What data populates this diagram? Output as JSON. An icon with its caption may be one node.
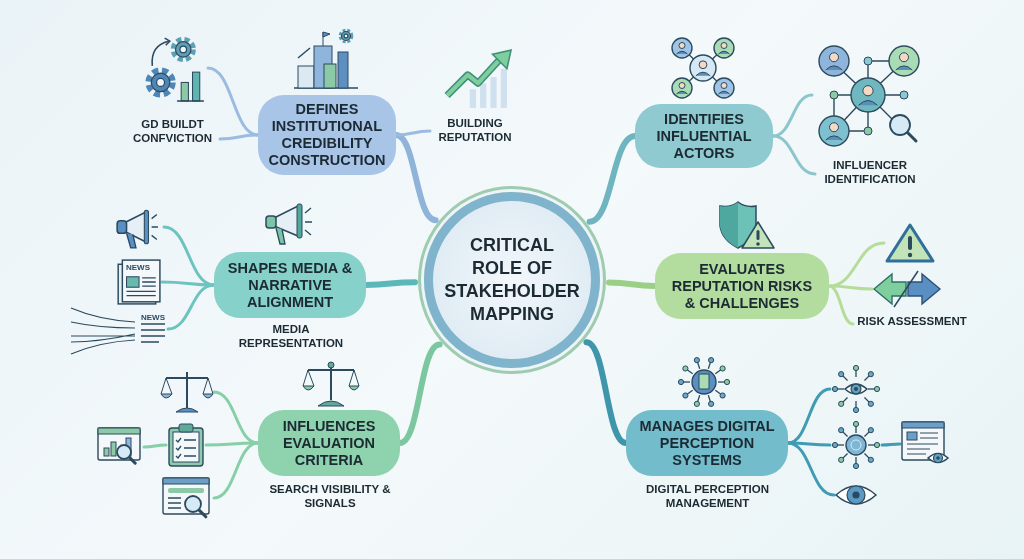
{
  "diagram": {
    "nodes": [
      {
        "text": [
          "CRITICAL ROLE OF STAKEHOLDER MAPPING"
        ]
      },
      {
        "text": [
          "DEFINES INSTITUTIONAL CREDIBILITY CONSTRUCTION"
        ]
      },
      {
        "text": [],
        "shape": "picture"
      },
      {
        "text": [
          "GD BUILDT CONFVICTION"
        ]
      },
      {
        "text": [
          "BUILDING REPUTATION"
        ]
      },
      {
        "text": [
          "IDENTIFIES INFLUENTIAL ACTORS"
        ]
      },
      {
        "text": [],
        "shape": "picture"
      },
      {
        "text": [
          "INFLUENCER IDENTIFICATION"
        ]
      },
      {
        "text": [
          "SHAPES MEDIA & NARRATIVE ALIGNMENT"
        ],
        "beside": [
          "MEDIA REPRESENTATION"
        ]
      },
      {
        "text": [],
        "shape": "picture"
      },
      {
        "text": [
          "NEWS"
        ]
      },
      {
        "text": [
          "NEWS"
        ]
      },
      {
        "text": [
          "EVALUATES REPUTATION RISKS & CHALLENGES"
        ]
      },
      {
        "text": [],
        "shape": "picture"
      },
      {
        "text": [],
        "shape": "picture"
      },
      {
        "text": [
          "RISK ASSESSMENT"
        ]
      },
      {
        "text": [
          "INFLUENCES EVALUATION CRITERIA"
        ],
        "beside": [
          "SEARCH VISIBILITY & SIGNALS"
        ]
      },
      {
        "text": [],
        "shape": "picture"
      },
      {
        "text": [],
        "shape": "picture"
      },
      {
        "text": [],
        "shape": "picture"
      },
      {
        "text": [],
        "shape": "picture"
      },
      {
        "text": [
          "MANAGES DIGITAL PERCEPTION SYSTEMS"
        ],
        "beside": [
          "DIGITAL PERCEPTION MANAGEMENT"
        ]
      },
      {
        "text": [],
        "shape": "picture"
      },
      {
        "text": [],
        "shape": "picture"
      },
      {
        "text": [],
        "shape": "picture"
      },
      {
        "text": [],
        "shape": "picture"
      }
    ],
    "edges": [
      {
        "from": 0,
        "to": 1,
        "arrow": "none",
        "style": "thick",
        "color": "#8fb3d9"
      },
      {
        "from": 1,
        "to": 2,
        "arrow": "none",
        "color": "#9bbbe0"
      },
      {
        "from": 1,
        "to": 3,
        "arrow": "none",
        "color": "#9bbbe0"
      },
      {
        "from": 1,
        "to": 4,
        "arrow": "none",
        "color": "#9bbbe0"
      },
      {
        "from": 0,
        "to": 5,
        "arrow": "none",
        "style": "thick",
        "color": "#6fb5c0"
      },
      {
        "from": 5,
        "to": 6,
        "arrow": "none",
        "color": "#8cc6cc"
      },
      {
        "from": 5,
        "to": 7,
        "arrow": "none",
        "color": "#8cc6cc"
      },
      {
        "from": 0,
        "to": 8,
        "arrow": "none",
        "style": "thick",
        "color": "#5cb8b8"
      },
      {
        "from": 8,
        "to": 9,
        "arrow": "none",
        "color": "#6cc4bf"
      },
      {
        "from": 8,
        "to": 10,
        "arrow": "none",
        "color": "#6cc4bf"
      },
      {
        "from": 8,
        "to": 11,
        "arrow": "none",
        "color": "#6cc4bf"
      },
      {
        "from": 0,
        "to": 12,
        "arrow": "none",
        "style": "thick",
        "color": "#9ccf86"
      },
      {
        "from": 12,
        "to": 13,
        "arrow": "none",
        "color": "#b6dc9a"
      },
      {
        "from": 12,
        "to": 14,
        "arrow": "none",
        "color": "#b6dc9a"
      },
      {
        "from": 12,
        "to": 15,
        "arrow": "none",
        "color": "#b6dc9a"
      },
      {
        "from": 0,
        "to": 16,
        "arrow": "none",
        "style": "thick",
        "color": "#7cc7a0"
      },
      {
        "from": 16,
        "to": 17,
        "arrow": "none",
        "color": "#86cfa8"
      },
      {
        "from": 16,
        "to": 18,
        "arrow": "none",
        "color": "#86cfa8"
      },
      {
        "from": 18,
        "to": 19,
        "arrow": "none",
        "color": "#86cfa8"
      },
      {
        "from": 16,
        "to": 20,
        "arrow": "none",
        "color": "#86cfa8"
      },
      {
        "from": 0,
        "to": 21,
        "arrow": "none",
        "style": "thick",
        "color": "#3f95aa"
      },
      {
        "from": 21,
        "to": 22,
        "arrow": "none",
        "color": "#3f9cb2"
      },
      {
        "from": 21,
        "to": 23,
        "arrow": "none",
        "color": "#3f9cb2"
      },
      {
        "from": 23,
        "to": 24,
        "arrow": "none",
        "color": "#3f9cb2"
      },
      {
        "from": 21,
        "to": 25,
        "arrow": "none",
        "color": "#3f9cb2"
      }
    ]
  }
}
